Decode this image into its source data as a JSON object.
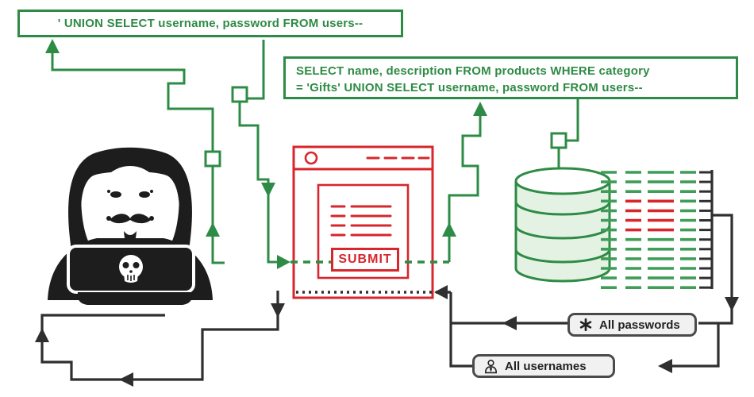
{
  "queries": {
    "injection": "' UNION SELECT username, password FROM users--",
    "full_line1": "SELECT name, description FROM products WHERE category",
    "full_line2": "= 'Gifts' UNION SELECT username, password FROM users--"
  },
  "browser": {
    "submit_label": "SUBMIT"
  },
  "result_labels": {
    "passwords": "All passwords",
    "usernames": "All usernames"
  },
  "database": {
    "row_colors": [
      "green",
      "green",
      "green",
      "red",
      "red",
      "red",
      "red",
      "green",
      "green",
      "green",
      "green",
      "green",
      "green"
    ]
  },
  "icons": {
    "attacker": "hacker-laptop-skull-icon",
    "database": "database-cylinder-icon",
    "browser": "browser-window-icon",
    "passwords": "asterisk-icon",
    "usernames": "user-icon"
  },
  "colors": {
    "green": "#2e8b45",
    "dash_green": "#3f9d58",
    "light_green": "#e4f2e4",
    "red": "#d7262c",
    "pink": "#fbe7e7",
    "line_black": "#2f2f2f",
    "label_bg": "#f1f1f1",
    "label_border": "#4a4a4a",
    "label_text": "#222222",
    "dark": "#1d1d1d"
  }
}
